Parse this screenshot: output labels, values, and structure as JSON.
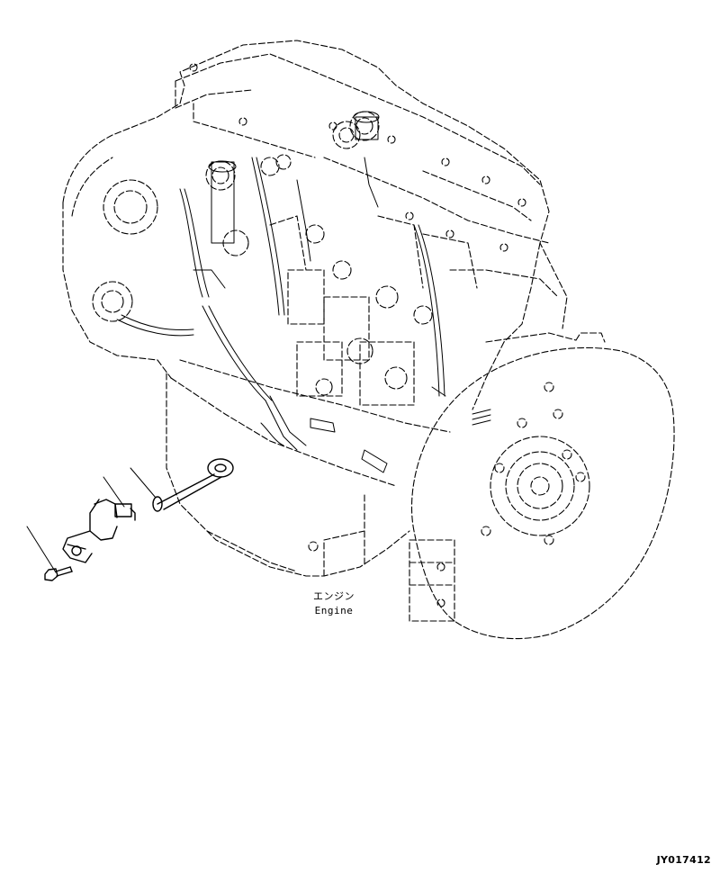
{
  "labels": {
    "engine_jp": "エンジン",
    "engine_en": "Engine"
  },
  "drawing_id": "JY017412",
  "colors": {
    "line": "#000000",
    "background": "#ffffff"
  }
}
